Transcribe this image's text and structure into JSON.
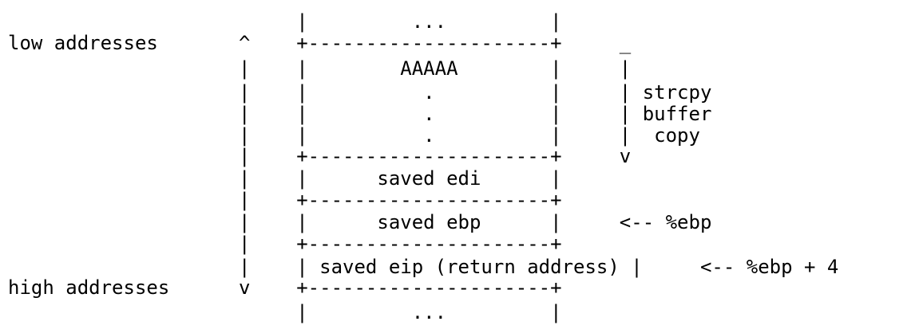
{
  "diagram_lines": [
    "                         |         ...         |",
    "low addresses       ^    +---------------------+     _",
    "                    |    |        AAAAA        |     |",
    "                    |    |          .          |     | strcpy",
    "                    |    |          .          |     | buffer",
    "                    |    |          .          |     |  copy",
    "                    |    +---------------------+     v",
    "                    |    |      saved edi      |",
    "                    |    +---------------------+",
    "                    |    |      saved ebp      |     <-- %ebp",
    "                    |    +---------------------+",
    "                    |    | saved eip (return address) |     <-- %ebp + 4",
    "high addresses      v    +---------------------+",
    "                         |         ...         |"
  ]
}
